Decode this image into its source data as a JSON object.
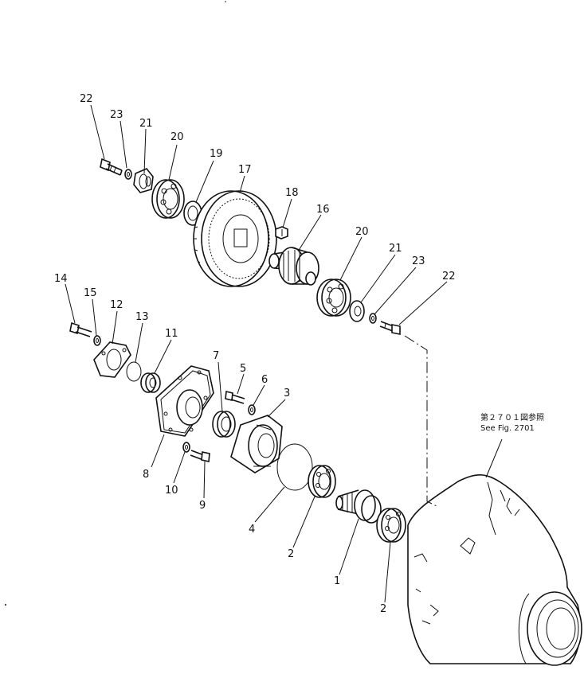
{
  "reference_note": {
    "line1": "第２７０１図参照",
    "line2": "See Fig. 2701"
  },
  "callouts": [
    {
      "id": "c22a",
      "text": "22"
    },
    {
      "id": "c23a",
      "text": "23"
    },
    {
      "id": "c21a",
      "text": "21"
    },
    {
      "id": "c20a",
      "text": "20"
    },
    {
      "id": "c19",
      "text": "19"
    },
    {
      "id": "c17",
      "text": "17"
    },
    {
      "id": "c18",
      "text": "18"
    },
    {
      "id": "c16",
      "text": "16"
    },
    {
      "id": "c20b",
      "text": "20"
    },
    {
      "id": "c21b",
      "text": "21"
    },
    {
      "id": "c23b",
      "text": "23"
    },
    {
      "id": "c22b",
      "text": "22"
    },
    {
      "id": "c14",
      "text": "14"
    },
    {
      "id": "c15",
      "text": "15"
    },
    {
      "id": "c12",
      "text": "12"
    },
    {
      "id": "c13",
      "text": "13"
    },
    {
      "id": "c11",
      "text": "11"
    },
    {
      "id": "c7",
      "text": "7"
    },
    {
      "id": "c5",
      "text": "5"
    },
    {
      "id": "c6",
      "text": "6"
    },
    {
      "id": "c3",
      "text": "3"
    },
    {
      "id": "c8",
      "text": "8"
    },
    {
      "id": "c10",
      "text": "10"
    },
    {
      "id": "c9",
      "text": "9"
    },
    {
      "id": "c4",
      "text": "4"
    },
    {
      "id": "c2a",
      "text": "2"
    },
    {
      "id": "c1",
      "text": "1"
    },
    {
      "id": "c2b",
      "text": "2"
    }
  ]
}
